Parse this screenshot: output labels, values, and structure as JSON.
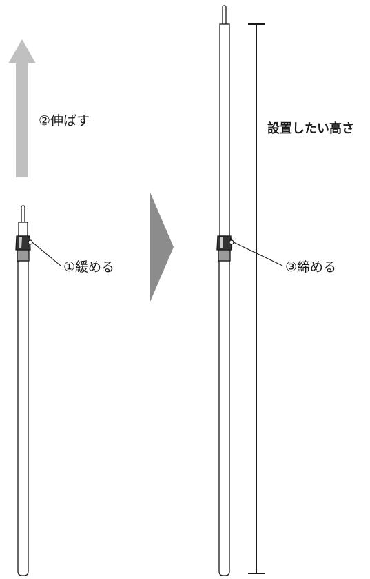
{
  "labels": {
    "step1": "①緩める",
    "step2": "②伸ばす",
    "step3": "③締める",
    "target_height": "設置したい高さ"
  },
  "colors": {
    "arrow_up": "#c0c0c0",
    "arrow_right": "#8c8c8c",
    "line": "#1a1a1a",
    "collar_dark": "#333333",
    "collar_band": "#9a9a9a"
  }
}
